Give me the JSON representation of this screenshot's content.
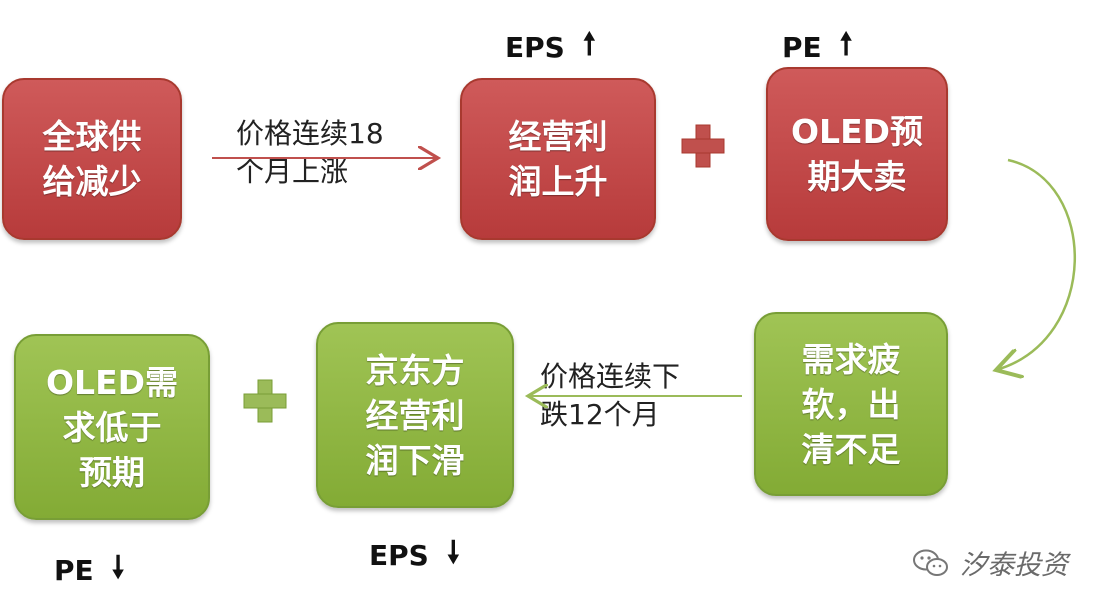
{
  "row1": {
    "box_supply": "全球供\n给减少",
    "arrow_label": "价格连续18\n个月上涨",
    "box_profit_up": "经营利\n润上升",
    "box_oled_sell": "OLED预\n期大卖",
    "eps_label": "EPS",
    "pe_label": "PE",
    "up_arrow": "🠕"
  },
  "row2": {
    "box_demand_weak": "需求疲\n软，出\n清不足",
    "arrow_label": "价格连续下\n跌12个月",
    "box_boe": "京东方\n经营利\n润下滑",
    "box_oled_demand": "OLED需\n求低于\n预期",
    "eps_label": "EPS",
    "pe_label": "PE",
    "down_arrow": "🠗"
  },
  "watermark": {
    "text": "汐泰投资",
    "icon": "wechat-icon"
  },
  "colors": {
    "red_box": "#c04848",
    "green_box": "#8fb545",
    "arrow_red": "#c0504d",
    "arrow_green": "#9bbb59",
    "plus_red": "#c0504d",
    "plus_green": "#9bbb59"
  }
}
